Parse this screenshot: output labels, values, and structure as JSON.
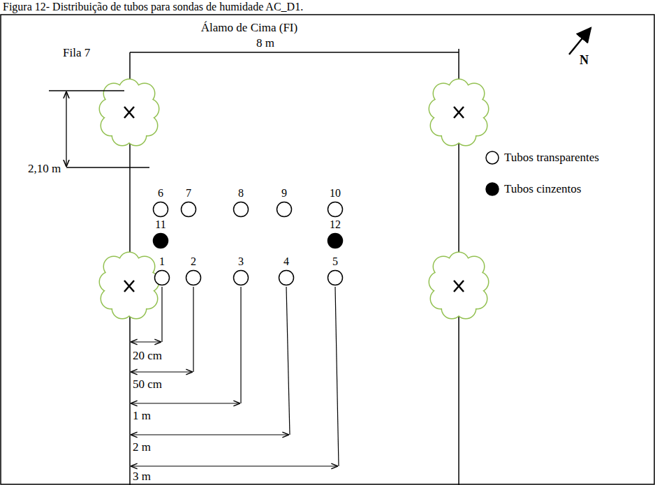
{
  "diagram": {
    "title": "Figura 12- Distribuição de tubos para sondas de humidade AC_D1.",
    "nodes": [
      {
        "text": [
          "6"
        ]
      },
      {
        "text": [
          "7"
        ]
      },
      {
        "text": [
          "8"
        ]
      },
      {
        "text": [
          "9"
        ]
      },
      {
        "text": [
          "10"
        ]
      },
      {
        "text": [
          "11"
        ]
      },
      {
        "text": [
          "12"
        ]
      },
      {
        "text": [
          "1"
        ]
      },
      {
        "text": [
          "2"
        ]
      },
      {
        "text": [
          "3"
        ]
      },
      {
        "text": [
          "4"
        ]
      },
      {
        "text": [
          "5"
        ]
      }
    ],
    "edges": [],
    "labels": [
      "Fila 7",
      "Álamo de Cima (FI)",
      "8 m",
      "N",
      "2,10 m",
      "20 cm",
      "50 cm",
      "1 m",
      "2 m",
      "3 m"
    ],
    "legend": [
      {
        "text": "Tubos transparentes"
      },
      {
        "text": "Tubos cinzentos"
      }
    ]
  }
}
